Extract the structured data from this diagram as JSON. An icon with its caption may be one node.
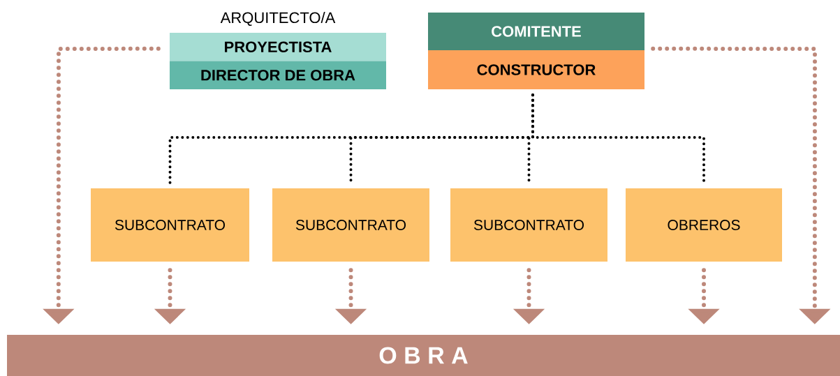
{
  "diagram": {
    "nodes": [
      {
        "text": [
          "ARQUITECTO/A",
          "PROYECTISTA",
          "DIRECTOR DE OBRA"
        ]
      },
      {
        "text": [
          "COMITENTE",
          "CONSTRUCTOR"
        ]
      },
      {
        "text": [
          "SUBCONTRATO"
        ]
      },
      {
        "text": [
          "SUBCONTRATO"
        ]
      },
      {
        "text": [
          "SUBCONTRATO"
        ]
      },
      {
        "text": [
          "OBREROS"
        ]
      },
      {
        "text": [
          "O B R A"
        ]
      }
    ],
    "edges": [
      {
        "from": 0,
        "to": 6,
        "arrow": "to"
      },
      {
        "from": 1,
        "to": 6,
        "arrow": "to"
      },
      {
        "from": 1,
        "to": 2,
        "arrow": "none",
        "color": "#000000"
      },
      {
        "from": 1,
        "to": 3,
        "arrow": "none",
        "color": "#000000"
      },
      {
        "from": 1,
        "to": 4,
        "arrow": "none",
        "color": "#000000"
      },
      {
        "from": 1,
        "to": 5,
        "arrow": "none",
        "color": "#000000"
      },
      {
        "from": 2,
        "to": 6,
        "arrow": "to"
      },
      {
        "from": 3,
        "to": 6,
        "arrow": "to"
      },
      {
        "from": 4,
        "to": 6,
        "arrow": "to"
      },
      {
        "from": 5,
        "to": 6,
        "arrow": "to"
      }
    ]
  }
}
